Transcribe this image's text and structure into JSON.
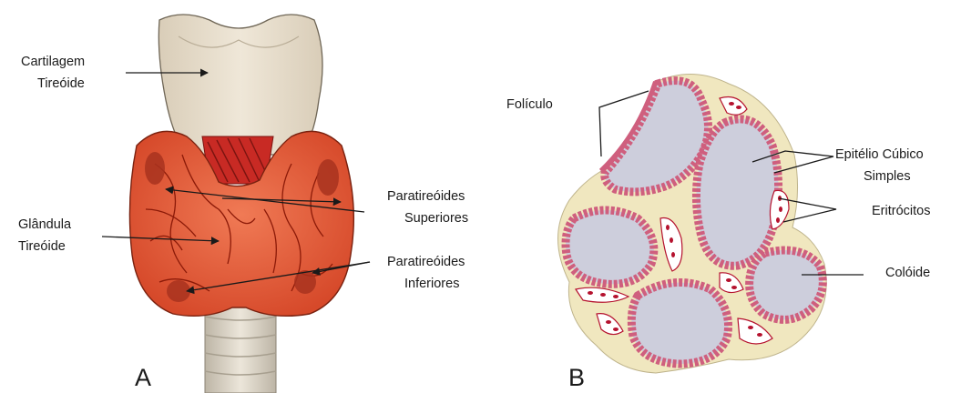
{
  "panel_a": {
    "letter": "A",
    "labels": {
      "cartilage_line1": "Cartilagem",
      "cartilage_line2": "Tireóide",
      "gland_line1": "Glândula",
      "gland_line2": "Tireóide",
      "sup_line1": "Paratireóides",
      "sup_line2": "Superiores",
      "inf_line1": "Paratireóides",
      "inf_line2": "Inferiores"
    }
  },
  "panel_b": {
    "letter": "B",
    "labels": {
      "follicle": "Folículo",
      "epithelium_line1": "Epitélio Cúbico",
      "epithelium_line2": "Simples",
      "erythrocytes": "Eritrócitos",
      "colloid": "Colóide"
    }
  },
  "colors": {
    "cartilage": "#e6dccb",
    "gland": "#e8613f",
    "vessels": "#8c1a08",
    "trachea": "#d9d2c4",
    "stroma": "#f0e7bf",
    "colloid": "#cdcedc",
    "cells": "#cf5f7e",
    "rbc": "#b5122e"
  }
}
